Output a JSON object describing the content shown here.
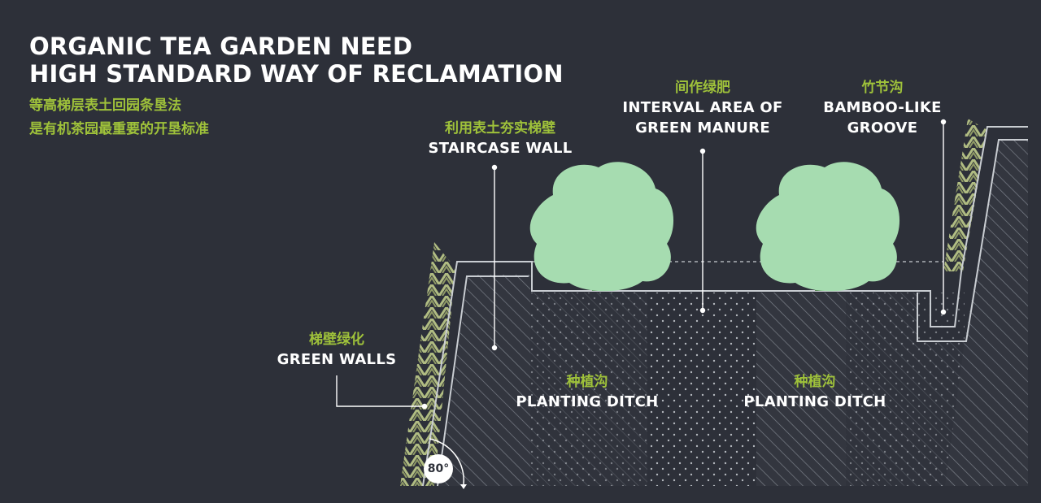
{
  "title": {
    "line1": "ORGANIC TEA GARDEN NEED",
    "line2": "HIGH STANDARD WAY OF RECLAMATION"
  },
  "subtitle": {
    "line1": "等高梯层表土回园条垦法",
    "line2": "是有机茶园最重要的开垦标准"
  },
  "labels": {
    "staircase_wall": {
      "cn": "利用表土夯实梯壁",
      "en": "STAIRCASE WALL"
    },
    "green_manure": {
      "cn": "间作绿肥",
      "en1": "INTERVAL AREA OF",
      "en2": "GREEN MANURE"
    },
    "bamboo_groove": {
      "cn": "竹节沟",
      "en1": "BAMBOO-LIKE",
      "en2": "GROOVE"
    },
    "green_walls": {
      "cn": "梯壁绿化",
      "en": "GREEN WALLS"
    },
    "planting_ditch_1": {
      "cn": "种植沟",
      "en": "PLANTING DITCH"
    },
    "planting_ditch_2": {
      "cn": "种植沟",
      "en": "PLANTING DITCH"
    }
  },
  "angle": "80°",
  "colors": {
    "background": "#2d3039",
    "accent_green": "#9fc23a",
    "shrub": "#a6dcb0",
    "grass": "#b0bc82",
    "outline": "#c9cdd2"
  }
}
